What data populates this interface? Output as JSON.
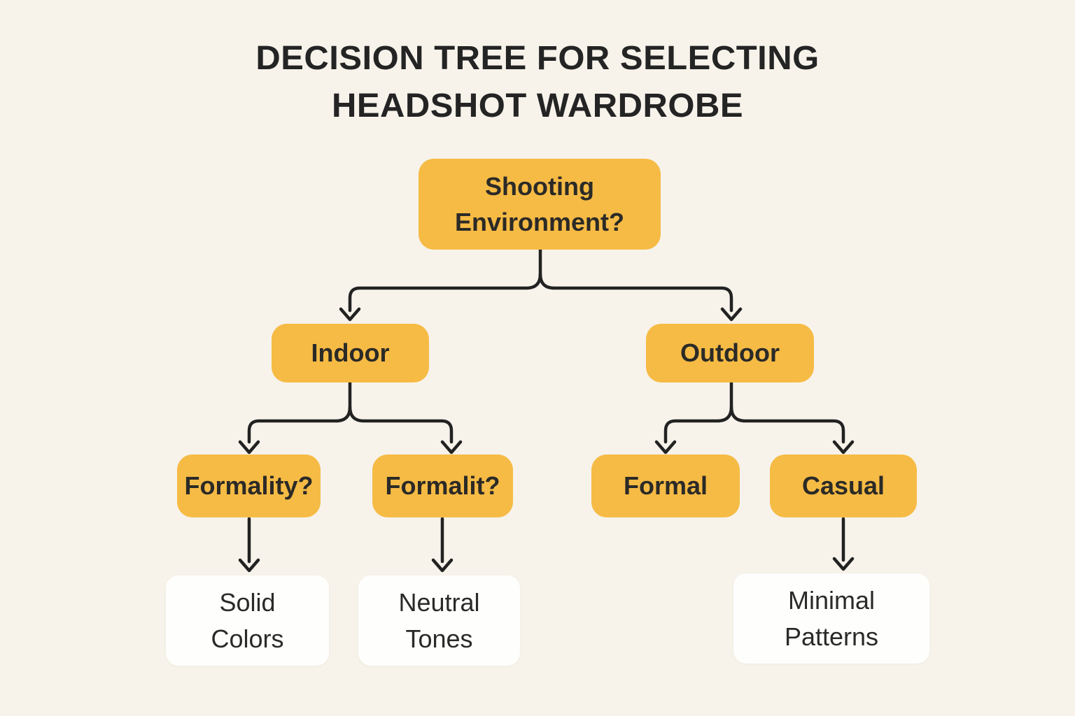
{
  "title": {
    "line1": "DECISION TREE FOR SELECTING",
    "line2": "HEADSHOT WARDROBE"
  },
  "colors": {
    "background": "#F7F3EB",
    "decision_node_fill": "#F6BB45",
    "outcome_node_fill": "#FEFEFC",
    "text_dark": "#2B2A27",
    "connector": "#222222"
  },
  "nodes": {
    "root": {
      "label": "Shooting\nEnvironment?",
      "type": "decision"
    },
    "indoor": {
      "label": "Indoor",
      "type": "decision"
    },
    "outdoor": {
      "label": "Outdoor",
      "type": "decision"
    },
    "formality": {
      "label": "Formality?",
      "type": "decision"
    },
    "formalit": {
      "label": "Formalit?",
      "type": "decision"
    },
    "formal": {
      "label": "Formal",
      "type": "decision"
    },
    "casual": {
      "label": "Casual",
      "type": "decision"
    },
    "solid_colors": {
      "label": "Solid\nColors",
      "type": "outcome"
    },
    "neutral_tones": {
      "label": "Neutral\nTones",
      "type": "outcome"
    },
    "minimal_patterns": {
      "label": "Minimal\nPatterns",
      "type": "outcome"
    }
  },
  "edges": [
    {
      "from": "root",
      "to": "indoor"
    },
    {
      "from": "root",
      "to": "outdoor"
    },
    {
      "from": "indoor",
      "to": "formality"
    },
    {
      "from": "indoor",
      "to": "formalit"
    },
    {
      "from": "outdoor",
      "to": "formal"
    },
    {
      "from": "outdoor",
      "to": "casual"
    },
    {
      "from": "formality",
      "to": "solid_colors"
    },
    {
      "from": "formalit",
      "to": "neutral_tones"
    },
    {
      "from": "casual",
      "to": "minimal_patterns"
    }
  ]
}
